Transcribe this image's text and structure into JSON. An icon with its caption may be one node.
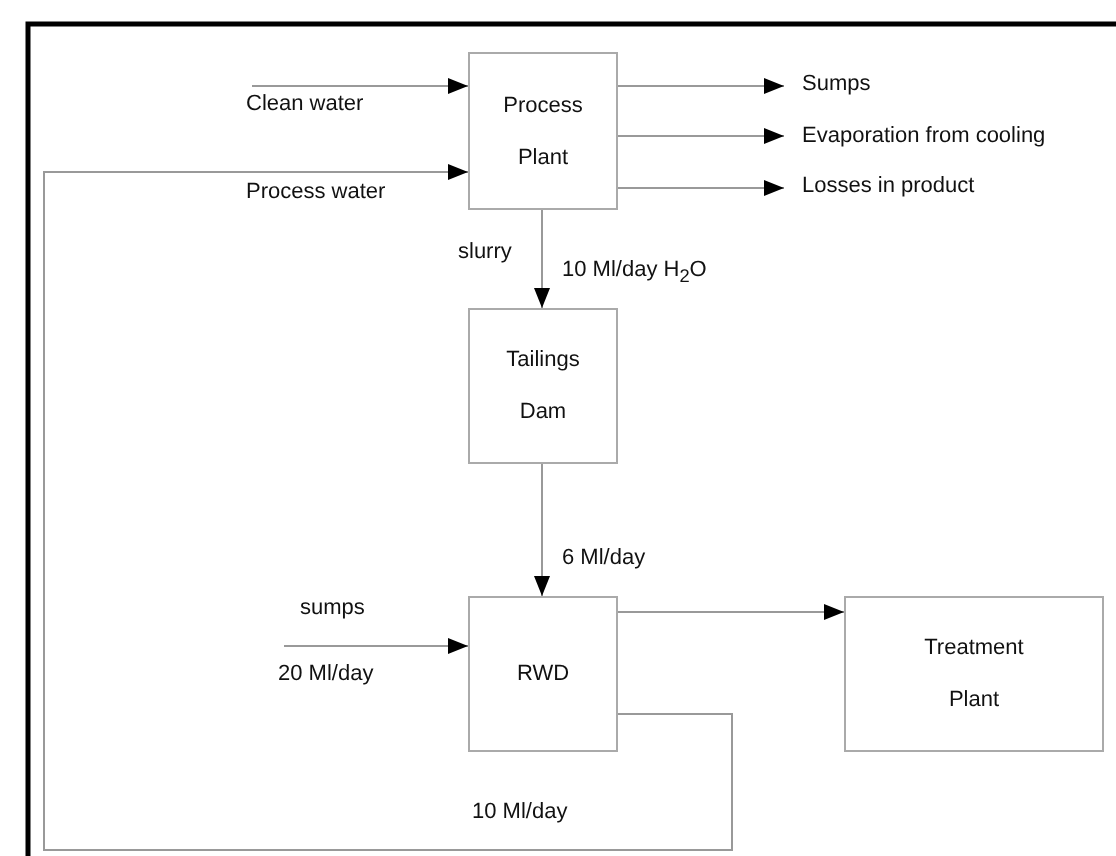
{
  "diagram": {
    "nodes": [
      {
        "text": [
          "Process Plant"
        ]
      },
      {
        "text": [
          "Sumps"
        ]
      },
      {
        "text": [
          "Evaporation from cooling"
        ]
      },
      {
        "text": [
          "Losses in product"
        ]
      },
      {
        "text": [
          "Tailings Dam"
        ]
      },
      {
        "text": [
          "RWD"
        ]
      },
      {
        "text": [
          "Treatment Plant"
        ]
      }
    ],
    "edges": [
      {
        "from": null,
        "to": 0,
        "arrow": "to",
        "label": "Clean water"
      },
      {
        "from": 0,
        "to": 1,
        "arrow": "to"
      },
      {
        "from": 0,
        "to": 2,
        "arrow": "to"
      },
      {
        "from": 0,
        "to": 3,
        "arrow": "to"
      },
      {
        "from": 0,
        "to": 4,
        "arrow": "to",
        "label": "10 Ml/day H$_{2}$O"
      },
      {
        "from": 4,
        "to": 5,
        "arrow": "to",
        "label": "6 Ml/day"
      },
      {
        "from": null,
        "to": 5,
        "arrow": "to",
        "label": "20 Ml/day"
      },
      {
        "from": 5,
        "to": 6,
        "arrow": "to"
      },
      {
        "from": 5,
        "to": 0,
        "arrow": "to",
        "label": "10 Ml/day"
      }
    ],
    "labels": [
      "Process water",
      "slurry",
      "sumps"
    ]
  }
}
